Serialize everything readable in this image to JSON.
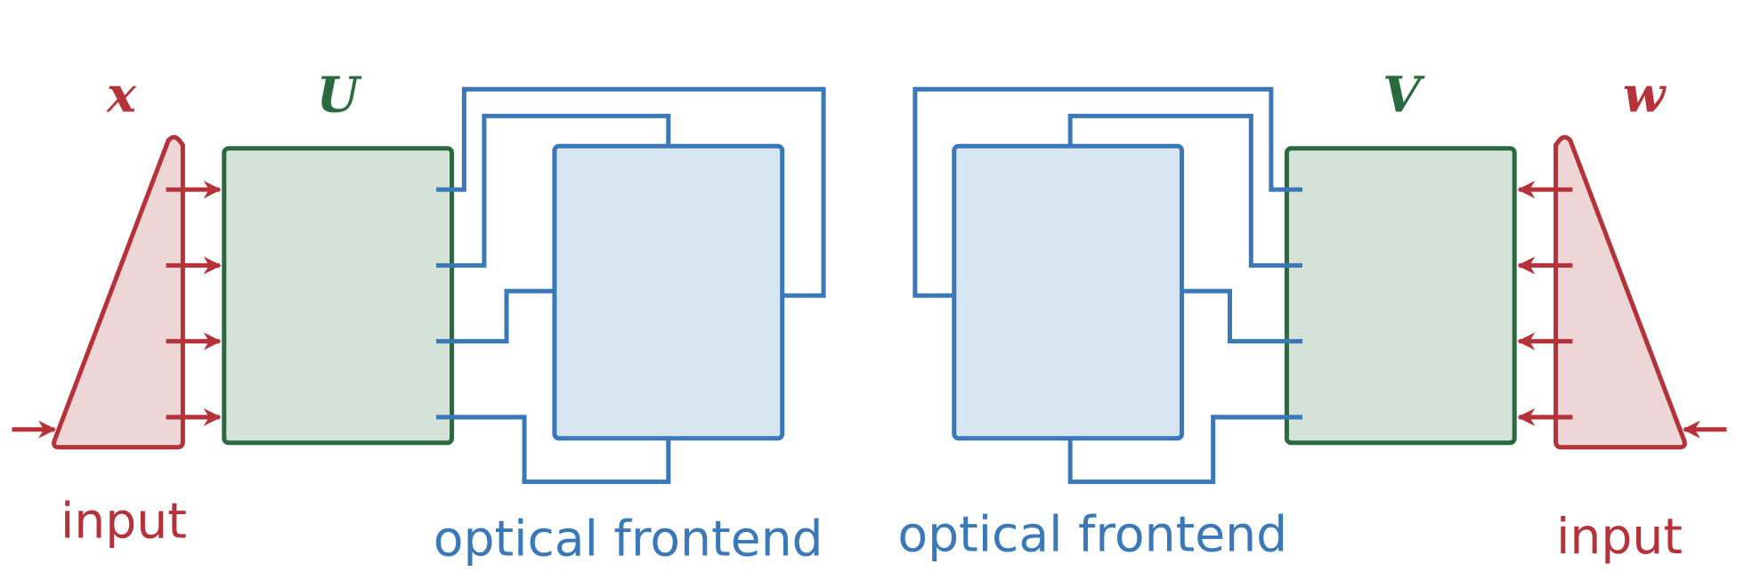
{
  "colors": {
    "input": "#b5323a",
    "input_fill": "#eed6d6",
    "matrix": "#2a6a3f",
    "matrix_fill": "#d4e2d7",
    "optical": "#3a78b8",
    "optical_fill": "#d8e6f2"
  },
  "left": {
    "input_var": "x",
    "matrix_var": "U",
    "input_label": "input",
    "optical_label": "optical frontend"
  },
  "right": {
    "input_var": "w",
    "matrix_var": "V",
    "input_label": "input",
    "optical_label": "optical frontend"
  }
}
